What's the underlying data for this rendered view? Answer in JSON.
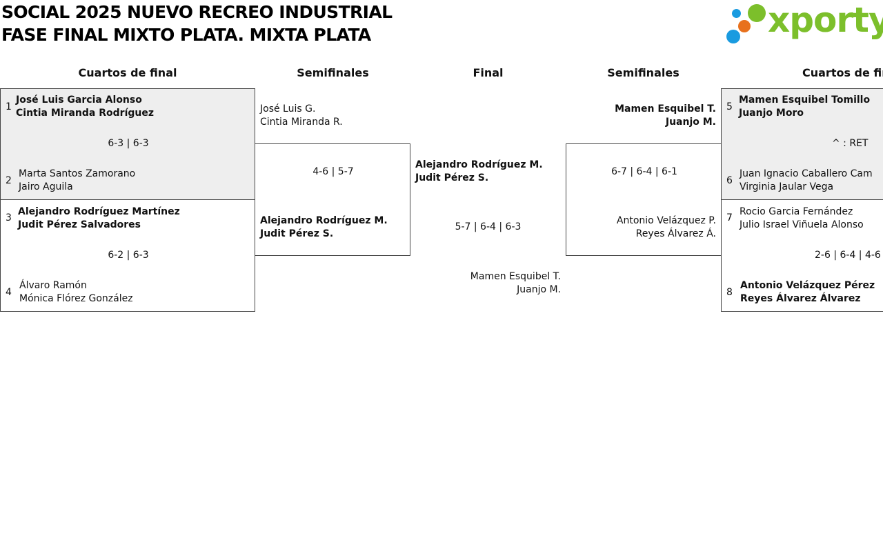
{
  "header": {
    "title_line1": "SOCIAL 2025 NUEVO RECREO INDUSTRIAL",
    "title_line2": "FASE FINAL MIXTO PLATA. MIXTA PLATA",
    "logo_text": "xporty",
    "logo_colors": {
      "text": "#7cbf2b",
      "dot_blue": "#1a9be0",
      "dot_orange": "#e8711d",
      "dot_green": "#7cbf2b"
    }
  },
  "rounds": {
    "qf_left": "Cuartos de final",
    "sf_left": "Semifinales",
    "final": "Final",
    "sf_right": "Semifinales",
    "qf_right": "Cuartos de final"
  },
  "qf": [
    {
      "seed_a": "1",
      "a1": "José Luis Garcia Alonso",
      "a2": "Cintia Miranda Rodríguez",
      "score": "6-3 | 6-3",
      "seed_b": "2",
      "b1": "Marta Santos Zamorano",
      "b2": "Jairo Aguila"
    },
    {
      "seed_a": "3",
      "a1": "Alejandro Rodríguez Martínez",
      "a2": "Judit Pérez Salvadores",
      "score": "6-2 | 6-3",
      "seed_b": "4",
      "b1": "Álvaro Ramón",
      "b2": "Mónica Flórez González"
    },
    {
      "seed_a": "5",
      "a1": "Mamen Esquibel Tomillo",
      "a2": "Juanjo Moro",
      "score": "^ : RET",
      "seed_b": "6",
      "b1": "Juan Ignacio Caballero Cam",
      "b2": "Virginia Jaular Vega"
    },
    {
      "seed_a": "7",
      "a1": "Rocio Garcia Fernández",
      "a2": "Julio Israel Viñuela Alonso",
      "score": "2-6 | 6-4 | 4-6",
      "seed_b": "8",
      "b1": "Antonio Velázquez Pérez",
      "b2": "Reyes Álvarez Álvarez"
    }
  ],
  "sf": [
    {
      "a1": "José Luis G.",
      "a2": "Cintia Miranda R.",
      "score": "4-6 | 5-7",
      "b1": "Alejandro Rodríguez M.",
      "b2": "Judit Pérez S."
    },
    {
      "a1": "Mamen Esquibel T.",
      "a2": "Juanjo M.",
      "score": "6-7 | 6-4 | 6-1",
      "b1": "Antonio Velázquez P.",
      "b2": "Reyes Álvarez Á."
    }
  ],
  "final": {
    "a1": "Alejandro Rodríguez M.",
    "a2": "Judit Pérez S.",
    "score": "5-7 | 6-4 | 6-3",
    "b1": "Mamen Esquibel T.",
    "b2": "Juanjo M."
  }
}
